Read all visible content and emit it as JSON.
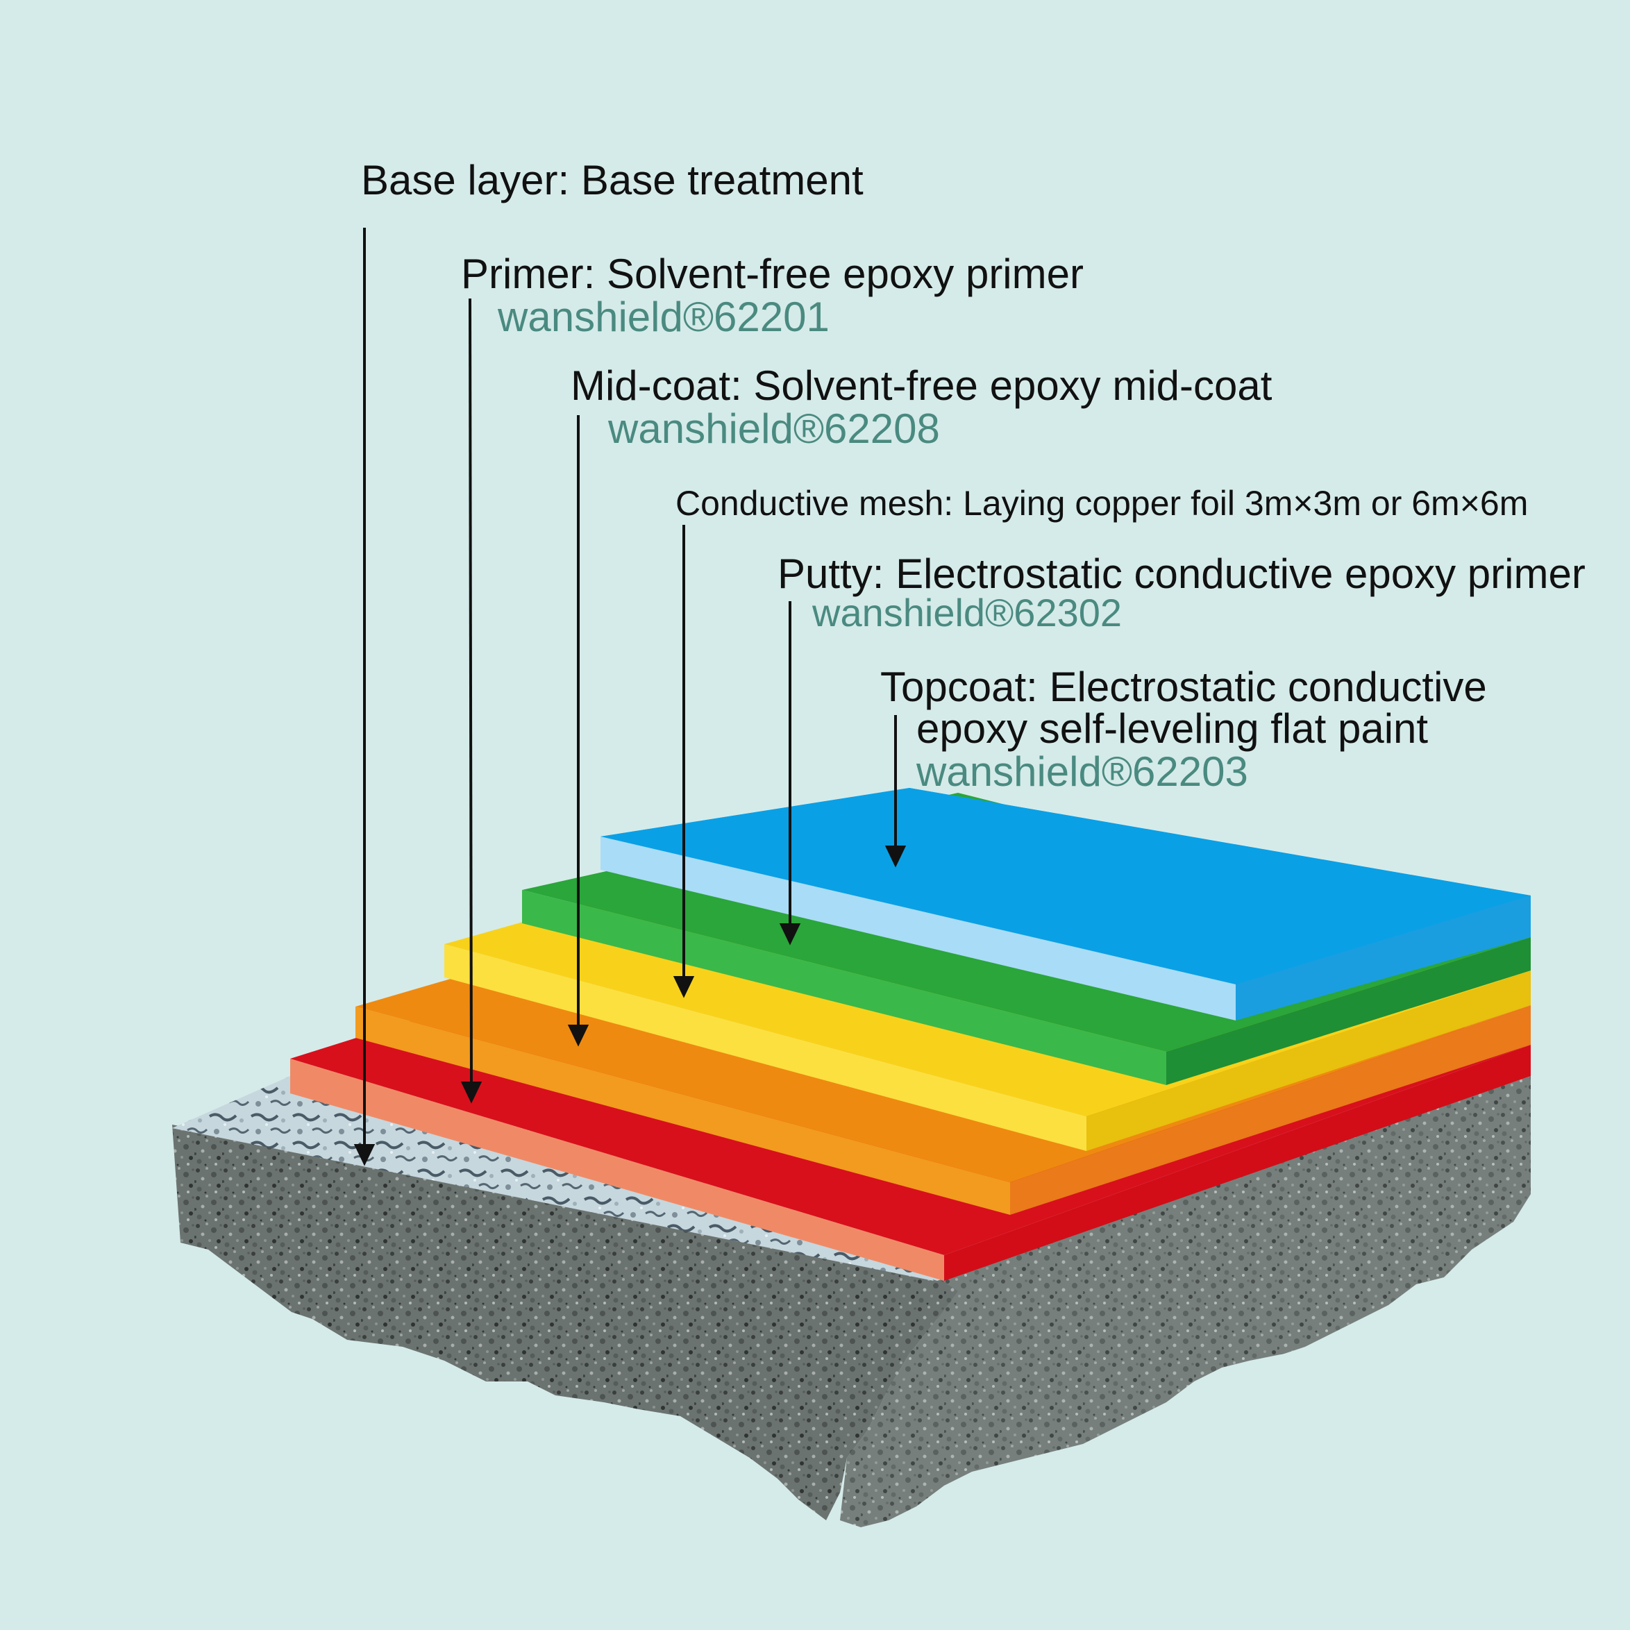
{
  "layers": [
    {
      "id": "base",
      "label": "Base layer: Base treatment",
      "product": "",
      "color": "#c9d8de"
    },
    {
      "id": "primer",
      "label": "Primer: Solvent-free epoxy primer",
      "product": "wanshield®62201",
      "color": "#d8101c"
    },
    {
      "id": "midcoat",
      "label": "Mid-coat: Solvent-free epoxy mid-coat",
      "product": "wanshield®62208",
      "color": "#ef8a10"
    },
    {
      "id": "mesh",
      "label": "Conductive mesh: Laying copper foil 3m×3m or 6m×6m",
      "product": "",
      "color": "#f8d21a"
    },
    {
      "id": "putty",
      "label": "Putty: Electrostatic conductive epoxy primer",
      "product": "wanshield®62302",
      "color": "#2aa63a"
    },
    {
      "id": "topcoat",
      "label_line1": "Topcoat: Electrostatic conductive",
      "label_line2": "epoxy self-leveling flat paint",
      "product": "wanshield®62203",
      "color": "#0aa0e6"
    }
  ],
  "colors": {
    "background": "#d5ebe9",
    "text": "#111111",
    "product_code": "#4a8a80",
    "arrow": "#111111",
    "concrete": "#6c7570"
  }
}
